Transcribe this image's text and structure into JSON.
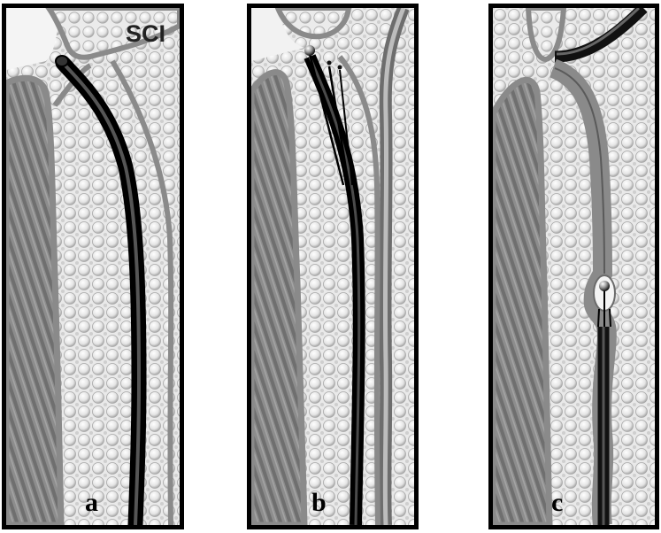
{
  "figure": {
    "panels": [
      {
        "letter": "a"
      },
      {
        "letter": "b"
      },
      {
        "letter": "c"
      }
    ],
    "annotation": "SCI"
  }
}
